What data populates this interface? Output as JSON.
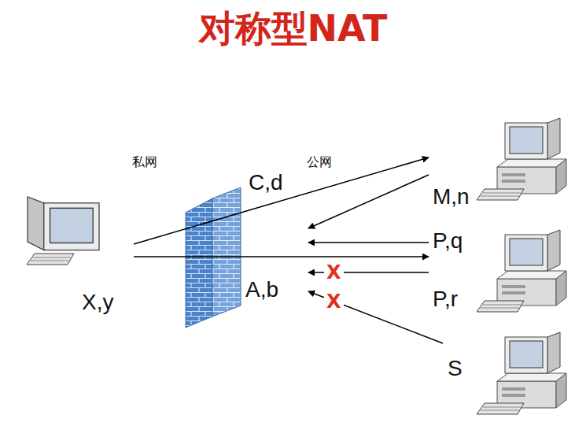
{
  "diagram": {
    "title": "对称型NAT",
    "nodes": [
      {
        "text": [
          "X,y"
        ]
      },
      {
        "text": [
          "C,d",
          "A,b"
        ]
      },
      {
        "text": [
          "M,n"
        ]
      },
      {
        "text": [
          "P,q",
          "P,r"
        ]
      },
      {
        "text": [
          "S"
        ]
      }
    ],
    "edges": [
      {
        "from": 0,
        "to": 2,
        "arrow": "to"
      },
      {
        "from": 2,
        "to": 1,
        "arrow": "to"
      },
      {
        "from": 3,
        "to": 1,
        "arrow": "to"
      },
      {
        "from": 0,
        "to": 3,
        "arrow": "to"
      },
      {
        "from": 3,
        "to": 1,
        "arrow": "to"
      },
      {
        "from": 4,
        "to": 1,
        "arrow": "to"
      }
    ],
    "labels": [
      "私网",
      "公网",
      "X",
      "X"
    ]
  }
}
